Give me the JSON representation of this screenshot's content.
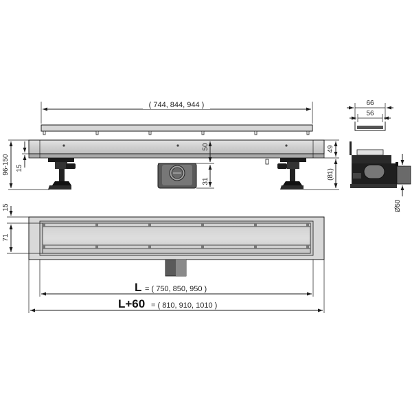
{
  "labels": {
    "grate_length": "( 744, 844, 944 )",
    "side_width_top": "66",
    "side_width_inner": "56",
    "height_49": "49",
    "height_81": "(81)",
    "height_50": "50",
    "height_31": "31",
    "height_range": "96-150",
    "foot_15": "15",
    "diameter": "Ø50",
    "plan_15": "15",
    "plan_71": "71",
    "L_symbol": "L",
    "L_values": "= ( 750, 850, 950 )",
    "L60_symbol": "L+60",
    "L60_values": "= ( 810, 910, 1010 )"
  },
  "colors": {
    "metal_light": "#d4d4d4",
    "metal_mid": "#b5b5b5",
    "metal_dark": "#8c8c8c",
    "black": "#111111",
    "line": "#1a1a1a"
  }
}
